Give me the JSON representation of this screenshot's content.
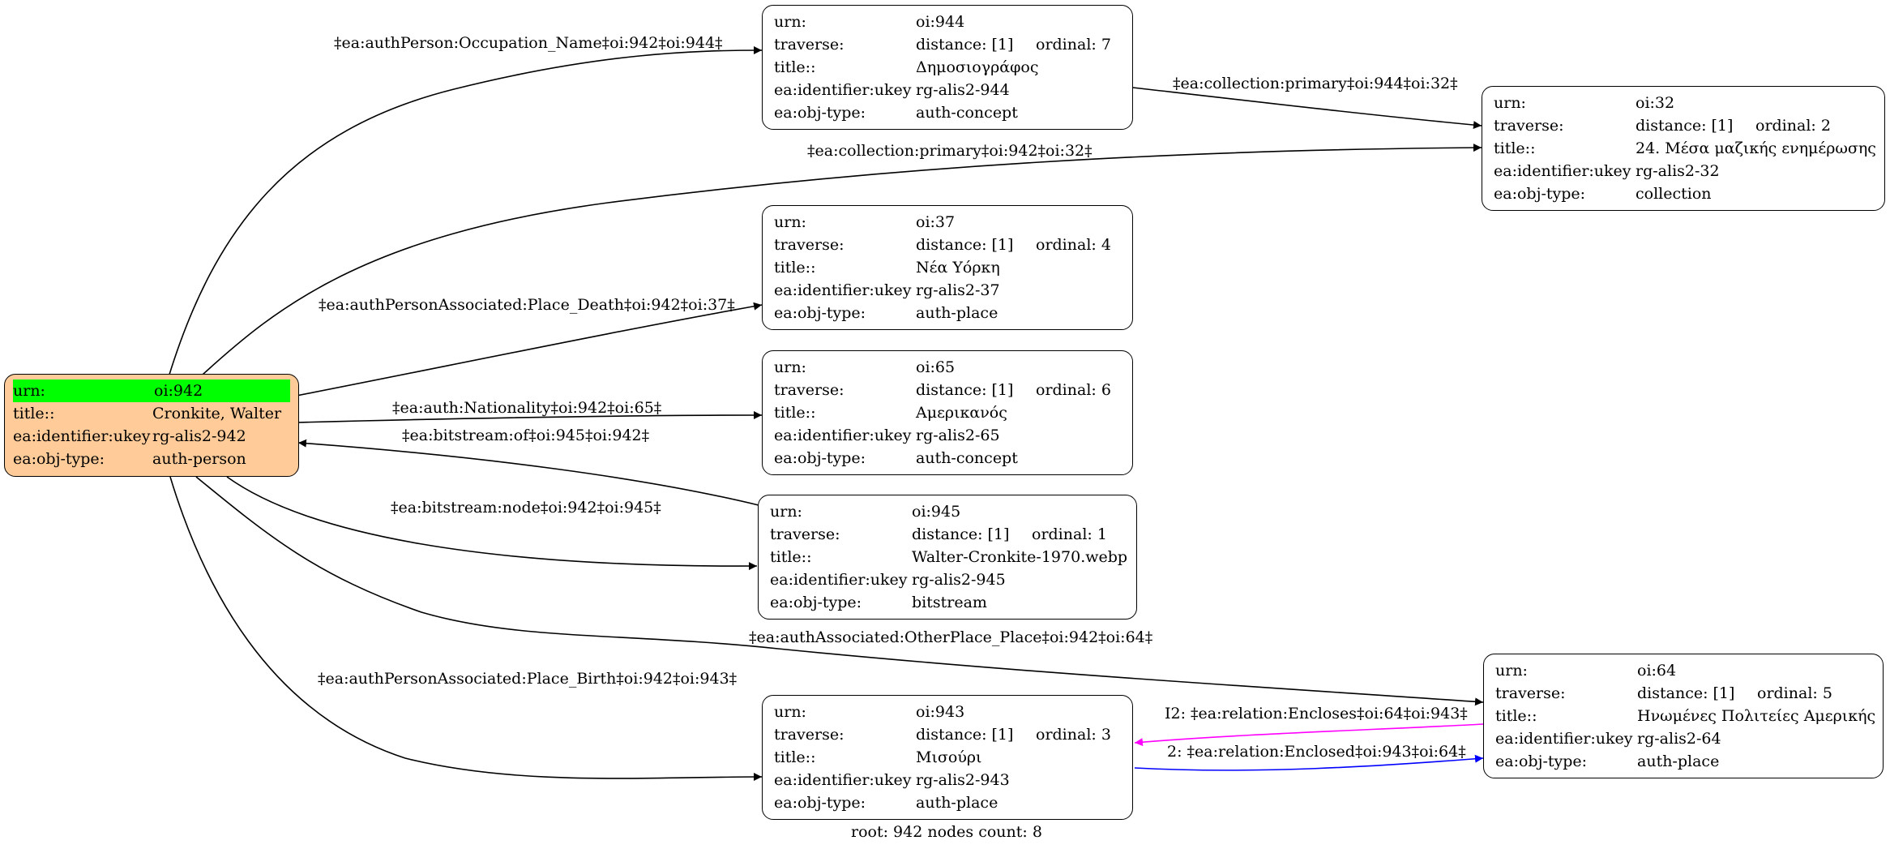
{
  "labels": {
    "urn": "urn:",
    "traverse": "traverse:",
    "title": "title::",
    "ukey": "ea:identifier:ukey",
    "objtype": "ea:obj-type:"
  },
  "root": {
    "urn": "oi:942",
    "title": "Cronkite, Walter",
    "ukey": "rg-alis2-942",
    "objtype": "auth-person",
    "fill_color": "#ffcc99",
    "highlight_color": "#00ff00"
  },
  "nodes": {
    "n944": {
      "urn": "oi:944",
      "distance": "distance: [1]",
      "ordinal": "ordinal: 7",
      "title": "Δημοσιογράφος",
      "ukey": "rg-alis2-944",
      "objtype": "auth-concept"
    },
    "n32": {
      "urn": "oi:32",
      "distance": "distance: [1]",
      "ordinal": "ordinal: 2",
      "title": "24. Μέσα μαζικής ενημέρωσης",
      "ukey": "rg-alis2-32",
      "objtype": "collection"
    },
    "n37": {
      "urn": "oi:37",
      "distance": "distance: [1]",
      "ordinal": "ordinal: 4",
      "title": "Νέα Υόρκη",
      "ukey": "rg-alis2-37",
      "objtype": "auth-place"
    },
    "n65": {
      "urn": "oi:65",
      "distance": "distance: [1]",
      "ordinal": "ordinal: 6",
      "title": "Αμερικανός",
      "ukey": "rg-alis2-65",
      "objtype": "auth-concept"
    },
    "n945": {
      "urn": "oi:945",
      "distance": "distance: [1]",
      "ordinal": "ordinal: 1",
      "title": "Walter-Cronkite-1970.webp",
      "ukey": "rg-alis2-945",
      "objtype": "bitstream"
    },
    "n64": {
      "urn": "oi:64",
      "distance": "distance: [1]",
      "ordinal": "ordinal: 5",
      "title": "Ηνωμένες Πολιτείες Αμερικής",
      "ukey": "rg-alis2-64",
      "objtype": "auth-place"
    },
    "n943": {
      "urn": "oi:943",
      "distance": "distance: [1]",
      "ordinal": "ordinal: 3",
      "title": "Μισούρι",
      "ukey": "rg-alis2-943",
      "objtype": "auth-place"
    }
  },
  "edges": {
    "occupation": "‡ea:authPerson:Occupation_Name‡oi:942‡oi:944‡",
    "coll_944_32": "‡ea:collection:primary‡oi:944‡oi:32‡",
    "coll_942_32": "‡ea:collection:primary‡oi:942‡oi:32‡",
    "death": "‡ea:authPersonAssociated:Place_Death‡oi:942‡oi:37‡",
    "nationality": "‡ea:auth:Nationality‡oi:942‡oi:65‡",
    "bitstream_of": "‡ea:bitstream:of‡oi:945‡oi:942‡",
    "bitstream_node": "‡ea:bitstream:node‡oi:942‡oi:945‡",
    "other_place": "‡ea:authAssociated:OtherPlace_Place‡oi:942‡oi:64‡",
    "birth": "‡ea:authPersonAssociated:Place_Birth‡oi:942‡oi:943‡",
    "encloses": "I2: ‡ea:relation:Encloses‡oi:64‡oi:943‡",
    "enclosed": "2: ‡ea:relation:Enclosed‡oi:943‡oi:64‡"
  },
  "edge_colors": {
    "default": "#000000",
    "encloses": "#ff00ff",
    "enclosed": "#0000ff"
  },
  "footer": "root: 942 nodes count: 8"
}
